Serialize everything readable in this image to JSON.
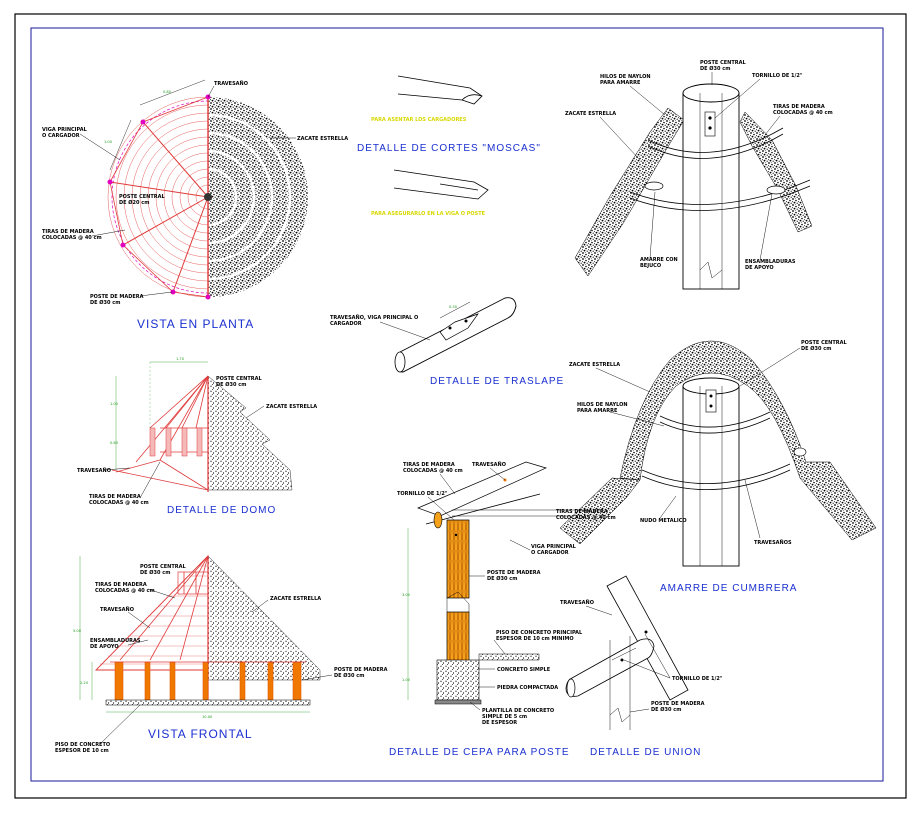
{
  "titles": {
    "planta": "VISTA EN PLANTA",
    "cortes": "DETALLE DE CORTES \"MOSCAS\"",
    "traslape": "DETALLE DE TRASLAPE",
    "domo": "DETALLE DE DOMO",
    "cumbrera": "AMARRE DE CUMBRERA",
    "frontal": "VISTA FRONTAL",
    "cepa": "DETALLE DE CEPA PARA POSTE",
    "union": "DETALLE DE UNION"
  },
  "notes": {
    "planta_travesano": "TRAVESAÑO",
    "planta_zacate": "ZACATE ESTRELLA",
    "planta_viga": [
      "VIGA PRINCIPAL",
      "O CARGADOR"
    ],
    "planta_poste_central": [
      "POSTE CENTRAL",
      "DE Ø20 cm"
    ],
    "planta_tiras": [
      "TIRAS DE MADERA",
      "COLOCADAS @ 40 cm"
    ],
    "planta_poste_madera": [
      "POSTE DE MADERA",
      "DE Ø30 cm"
    ],
    "cortes_top": "PARA ASENTAR LOS CARGADORES",
    "cortes_bottom": "PARA ASEGURARLO EN LA VIGA O POSTE",
    "top_poste_central": [
      "POSTE CENTRAL",
      "DE Ø30 cm"
    ],
    "top_hilos": [
      "HILOS DE NAYLON",
      "PARA AMARRE"
    ],
    "top_tornillo": "TORNILLO DE 1/2\"",
    "top_zacate": "ZACATE ESTRELLA",
    "top_tiras": [
      "TIRAS DE MADERA",
      "COLOCADAS @ 40 cm"
    ],
    "top_amarre": [
      "AMARRE CON",
      "BEJUCO"
    ],
    "top_ensambladuras": [
      "ENSAMBLADURAS",
      "DE APOYO"
    ],
    "traslape_label": [
      "TRAVESAÑO, VIGA PRINCIPAL O",
      "CARGADOR"
    ],
    "domo_poste_central": [
      "POSTE CENTRAL",
      "DE Ø30 cm"
    ],
    "domo_zacate": "ZACATE ESTRELLA",
    "domo_travesano": "TRAVESAÑO",
    "domo_tiras": [
      "TIRAS DE MADERA",
      "COLOCADAS @ 40 cm"
    ],
    "cumb_zacate": "ZACATE ESTRELLA",
    "cumb_poste_central": [
      "POSTE CENTRAL",
      "DE Ø30 cm"
    ],
    "cumb_hilos": [
      "HILOS DE NAYLON",
      "PARA AMARRE"
    ],
    "cumb_nudo": "NUDO METALICO",
    "cumb_travesanos": "TRAVESAÑOS",
    "frontal_poste_central": [
      "POSTE CENTRAL",
      "DE Ø30 cm"
    ],
    "frontal_tiras": [
      "TIRAS DE MADERA",
      "COLOCADAS @ 40 cm"
    ],
    "frontal_travesano": "TRAVESAÑO",
    "frontal_ensambladuras": [
      "ENSAMBLADURAS",
      "DE APOYO"
    ],
    "frontal_zacate": "ZACATE ESTRELLA",
    "frontal_poste_madera": [
      "POSTE DE MADERA",
      "DE Ø30 cm"
    ],
    "frontal_piso": [
      "PISO DE CONCRETO",
      "ESPESOR DE 10 cm"
    ],
    "cepa_tiras": [
      "TIRAS DE MADERA",
      "COLOCADAS @ 40 cm"
    ],
    "cepa_travesano": "TRAVESAÑO",
    "cepa_tornillo": "TORNILLO DE 1/2\"",
    "cepa_tiras_right": [
      "TIRAS DE MADERA",
      "COLOCADAS @ 40 cm"
    ],
    "cepa_viga": [
      "VIGA PRINCIPAL",
      "O CARGADOR"
    ],
    "cepa_poste": [
      "POSTE DE MADERA",
      "DE Ø30 cm"
    ],
    "cepa_piso": [
      "PISO DE CONCRETO PRINCIPAL",
      "ESPESOR DE 10 cm MINIMO"
    ],
    "cepa_concreto": "CONCRETO SIMPLE",
    "cepa_piedra": "PIEDRA COMPACTADA",
    "cepa_plantilla": [
      "PLANTILLA DE CONCRETO",
      "SIMPLE DE 5 cm",
      "DE ESPESOR"
    ],
    "union_travesano": "TRAVESAÑO",
    "union_tornillo": "TORNILLO DE 1/2\"",
    "union_poste": [
      "POSTE DE MADERA",
      "DE Ø30 cm"
    ]
  },
  "dims": {
    "planta_a": "0.80",
    "planta_b": "1.00",
    "domo_top": "1.70",
    "domo_h1": "1.00",
    "domo_h2": "0.60",
    "frontal_h1": "5.00",
    "frontal_h2": "2.20",
    "frontal_w": "10.00",
    "traslape": "0.30",
    "cepa_h1": "3.00",
    "cepa_h2": "1.00"
  },
  "colors": {
    "title": "#1a2fd0",
    "frame": "#1a1a9a",
    "thatch": "#000000",
    "wood_lines": "#e03a3a",
    "posts": "#f07800",
    "magenta": "#e000c0",
    "dims": "#1c9a1c",
    "yellow_note": "#d8d800"
  }
}
